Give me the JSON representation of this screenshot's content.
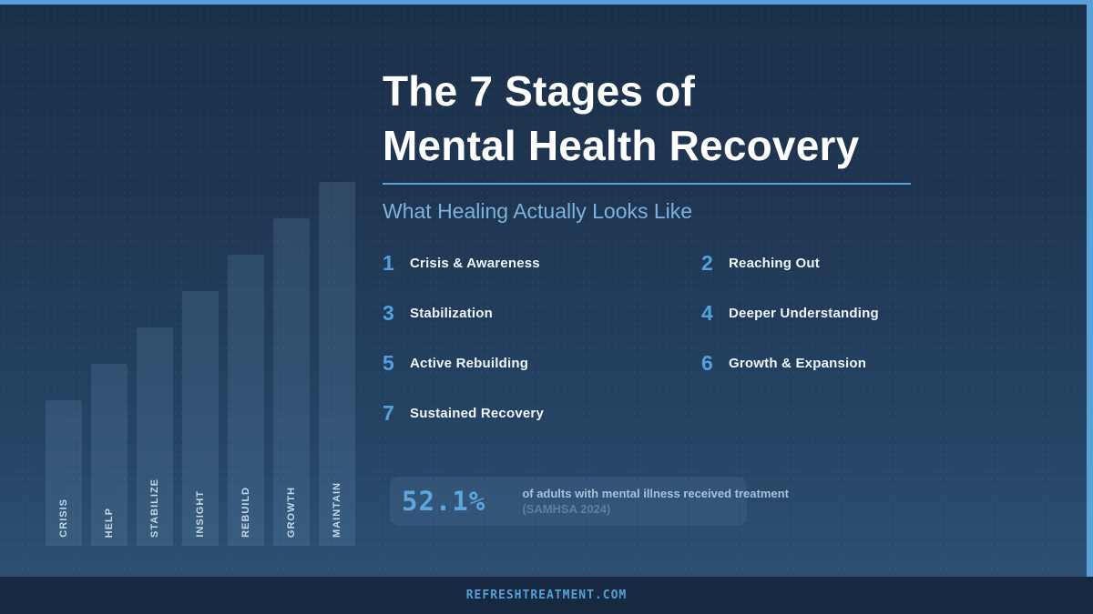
{
  "header": {
    "title_line1": "The 7 Stages of",
    "title_line2": "Mental Health Recovery",
    "subtitle": "What Healing Actually Looks Like"
  },
  "stages": [
    {
      "num": "1",
      "label": "Crisis & Awareness"
    },
    {
      "num": "2",
      "label": "Reaching Out"
    },
    {
      "num": "3",
      "label": "Stabilization"
    },
    {
      "num": "4",
      "label": "Deeper Understanding"
    },
    {
      "num": "5",
      "label": "Active Rebuilding"
    },
    {
      "num": "6",
      "label": "Growth & Expansion"
    },
    {
      "num": "7",
      "label": "Sustained Recovery"
    }
  ],
  "stat": {
    "value": "52.1%",
    "description": "of adults with mental illness received treatment",
    "source": "(SAMHSA 2024)"
  },
  "footer": {
    "website": "REFRESHTREATMENT.COM"
  },
  "chart_data": {
    "type": "bar",
    "categories": [
      "CRISIS",
      "HELP",
      "STABILIZE",
      "INSIGHT",
      "REBUILD",
      "GROWTH",
      "MAINTAIN"
    ],
    "values": [
      160,
      200,
      240,
      280,
      320,
      360,
      400
    ],
    "title": "Ascending staircase of 7 stage bars (decorative, no axes or value labels)",
    "xlabel": "",
    "ylabel": "",
    "ylim": [
      0,
      420
    ],
    "legend": false,
    "grid": false,
    "bar_color": "rgba(152,198,240,0.13)"
  },
  "colors": {
    "accent_blue": "#57a0d8",
    "background_top": "#1b3049",
    "background_bottom": "#2c4f71",
    "footer_bar": "#172940",
    "title_text": "#ffffff",
    "subtitle_text": "#7db2dc",
    "stage_number": "#54a1dd",
    "stage_label": "#f2f6fa",
    "stat_value": "#5ea6de",
    "divider": "#5b9fd8"
  }
}
